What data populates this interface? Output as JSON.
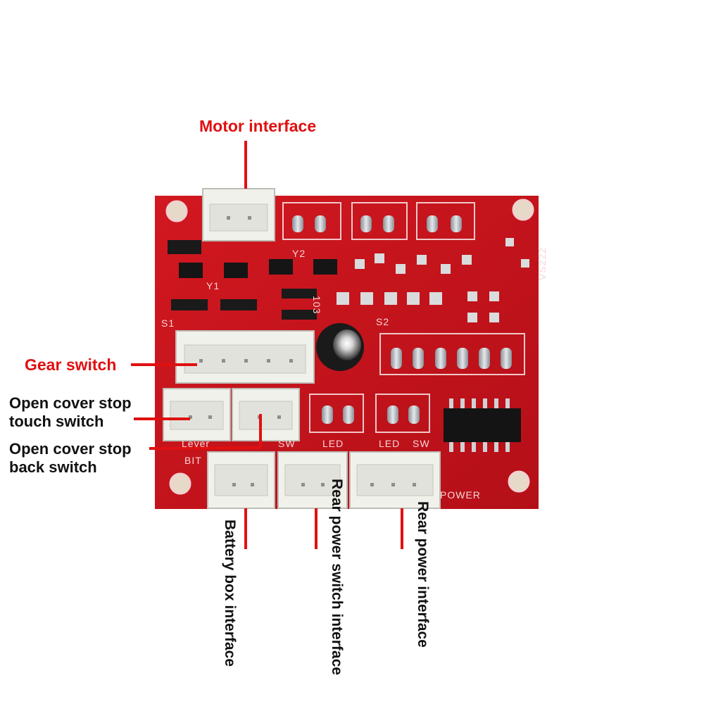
{
  "labels": {
    "motor_interface": "Motor interface",
    "gear_switch": "Gear switch",
    "open_cover_touch_line1": "Open cover stop",
    "open_cover_touch_line2": "touch switch",
    "open_cover_back_line1": "Open cover stop",
    "open_cover_back_line2": "back switch",
    "battery_box_interface": "Battery box interface",
    "rear_power_switch_interface": "Rear power switch interface",
    "rear_power_interface": "Rear power interface"
  },
  "board_silkscreen": {
    "s1": "S1",
    "s2": "S2",
    "y1": "Y1",
    "y2": "Y2",
    "code_103": "103",
    "model": "VS222",
    "lever": "Lever",
    "led_1": "LED",
    "led_2": "LED",
    "sw_1": "SW",
    "sw_2": "SW",
    "bit": "BIT",
    "power": "POWER"
  },
  "colors": {
    "label_red": "#e01010",
    "label_black": "#111111",
    "pcb_red": "#c8141c",
    "connector_white": "#f1f1ec"
  }
}
